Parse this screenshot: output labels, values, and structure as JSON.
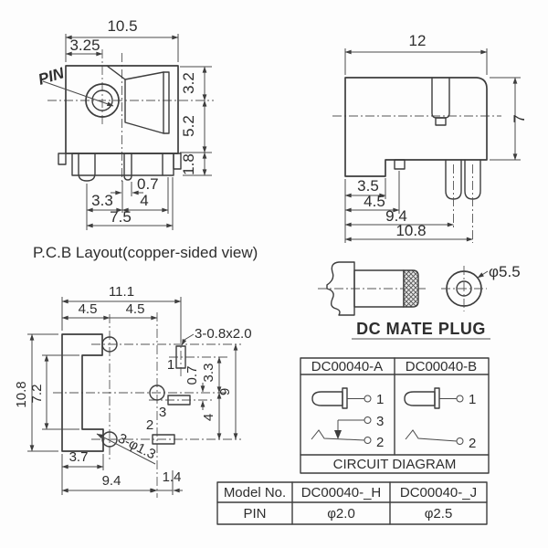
{
  "front": {
    "pin_label": "PIN",
    "dim_top_width": "10.5",
    "dim_pin_offset": "3.25",
    "dim_right_top": "3.2",
    "dim_right_mid": "5.2",
    "dim_right_bottom": "1.8",
    "dim_pin_width": "0.7",
    "dim_leg_left": "3.3",
    "dim_leg_right": "4",
    "dim_leg_span": "7.5",
    "caption": "P.C.B Layout(copper-sided view)"
  },
  "side": {
    "dim_width": "12",
    "dim_height": "7",
    "dim_step": "3.5",
    "dim_tab": "4.5",
    "dim_leg1": "9.4",
    "dim_leg2": "10.8"
  },
  "pcb": {
    "dim_top_total": "11.1",
    "dim_top_left": "4.5",
    "dim_top_right": "4.5",
    "dim_left_total": "10.8",
    "dim_left_inner": "7.2",
    "slot_callout": "3-0.8x2.0",
    "dim_pad3_offset": "0.7",
    "dim_pad1_offset": "3.3",
    "dim_hole_span": "9",
    "dim_pad2_offset": "4",
    "dim_bottom_left": "3.7",
    "dim_bottom_mid": "9.4",
    "dim_bottom_right": "1.4",
    "hole_callout": "3-φ1.3",
    "pad1_label": "1",
    "pad2_label": "2",
    "pad3_label": "3"
  },
  "plug": {
    "title": "DC MATE PLUG",
    "dim_diameter": "φ5.5"
  },
  "circuit": {
    "model_a": "DC00040-A",
    "model_b": "DC00040-B",
    "caption": "CIRCUIT DIAGRAM",
    "a_pin1": "1",
    "a_pin3": "3",
    "a_pin2": "2",
    "b_pin1": "1",
    "b_pin2": "2"
  },
  "model": {
    "header_label": "Model No.",
    "model_h": "DC00040-_H",
    "model_j": "DC00040-_J",
    "row_label": "PIN",
    "pin_h": "φ2.0",
    "pin_j": "φ2.5"
  }
}
